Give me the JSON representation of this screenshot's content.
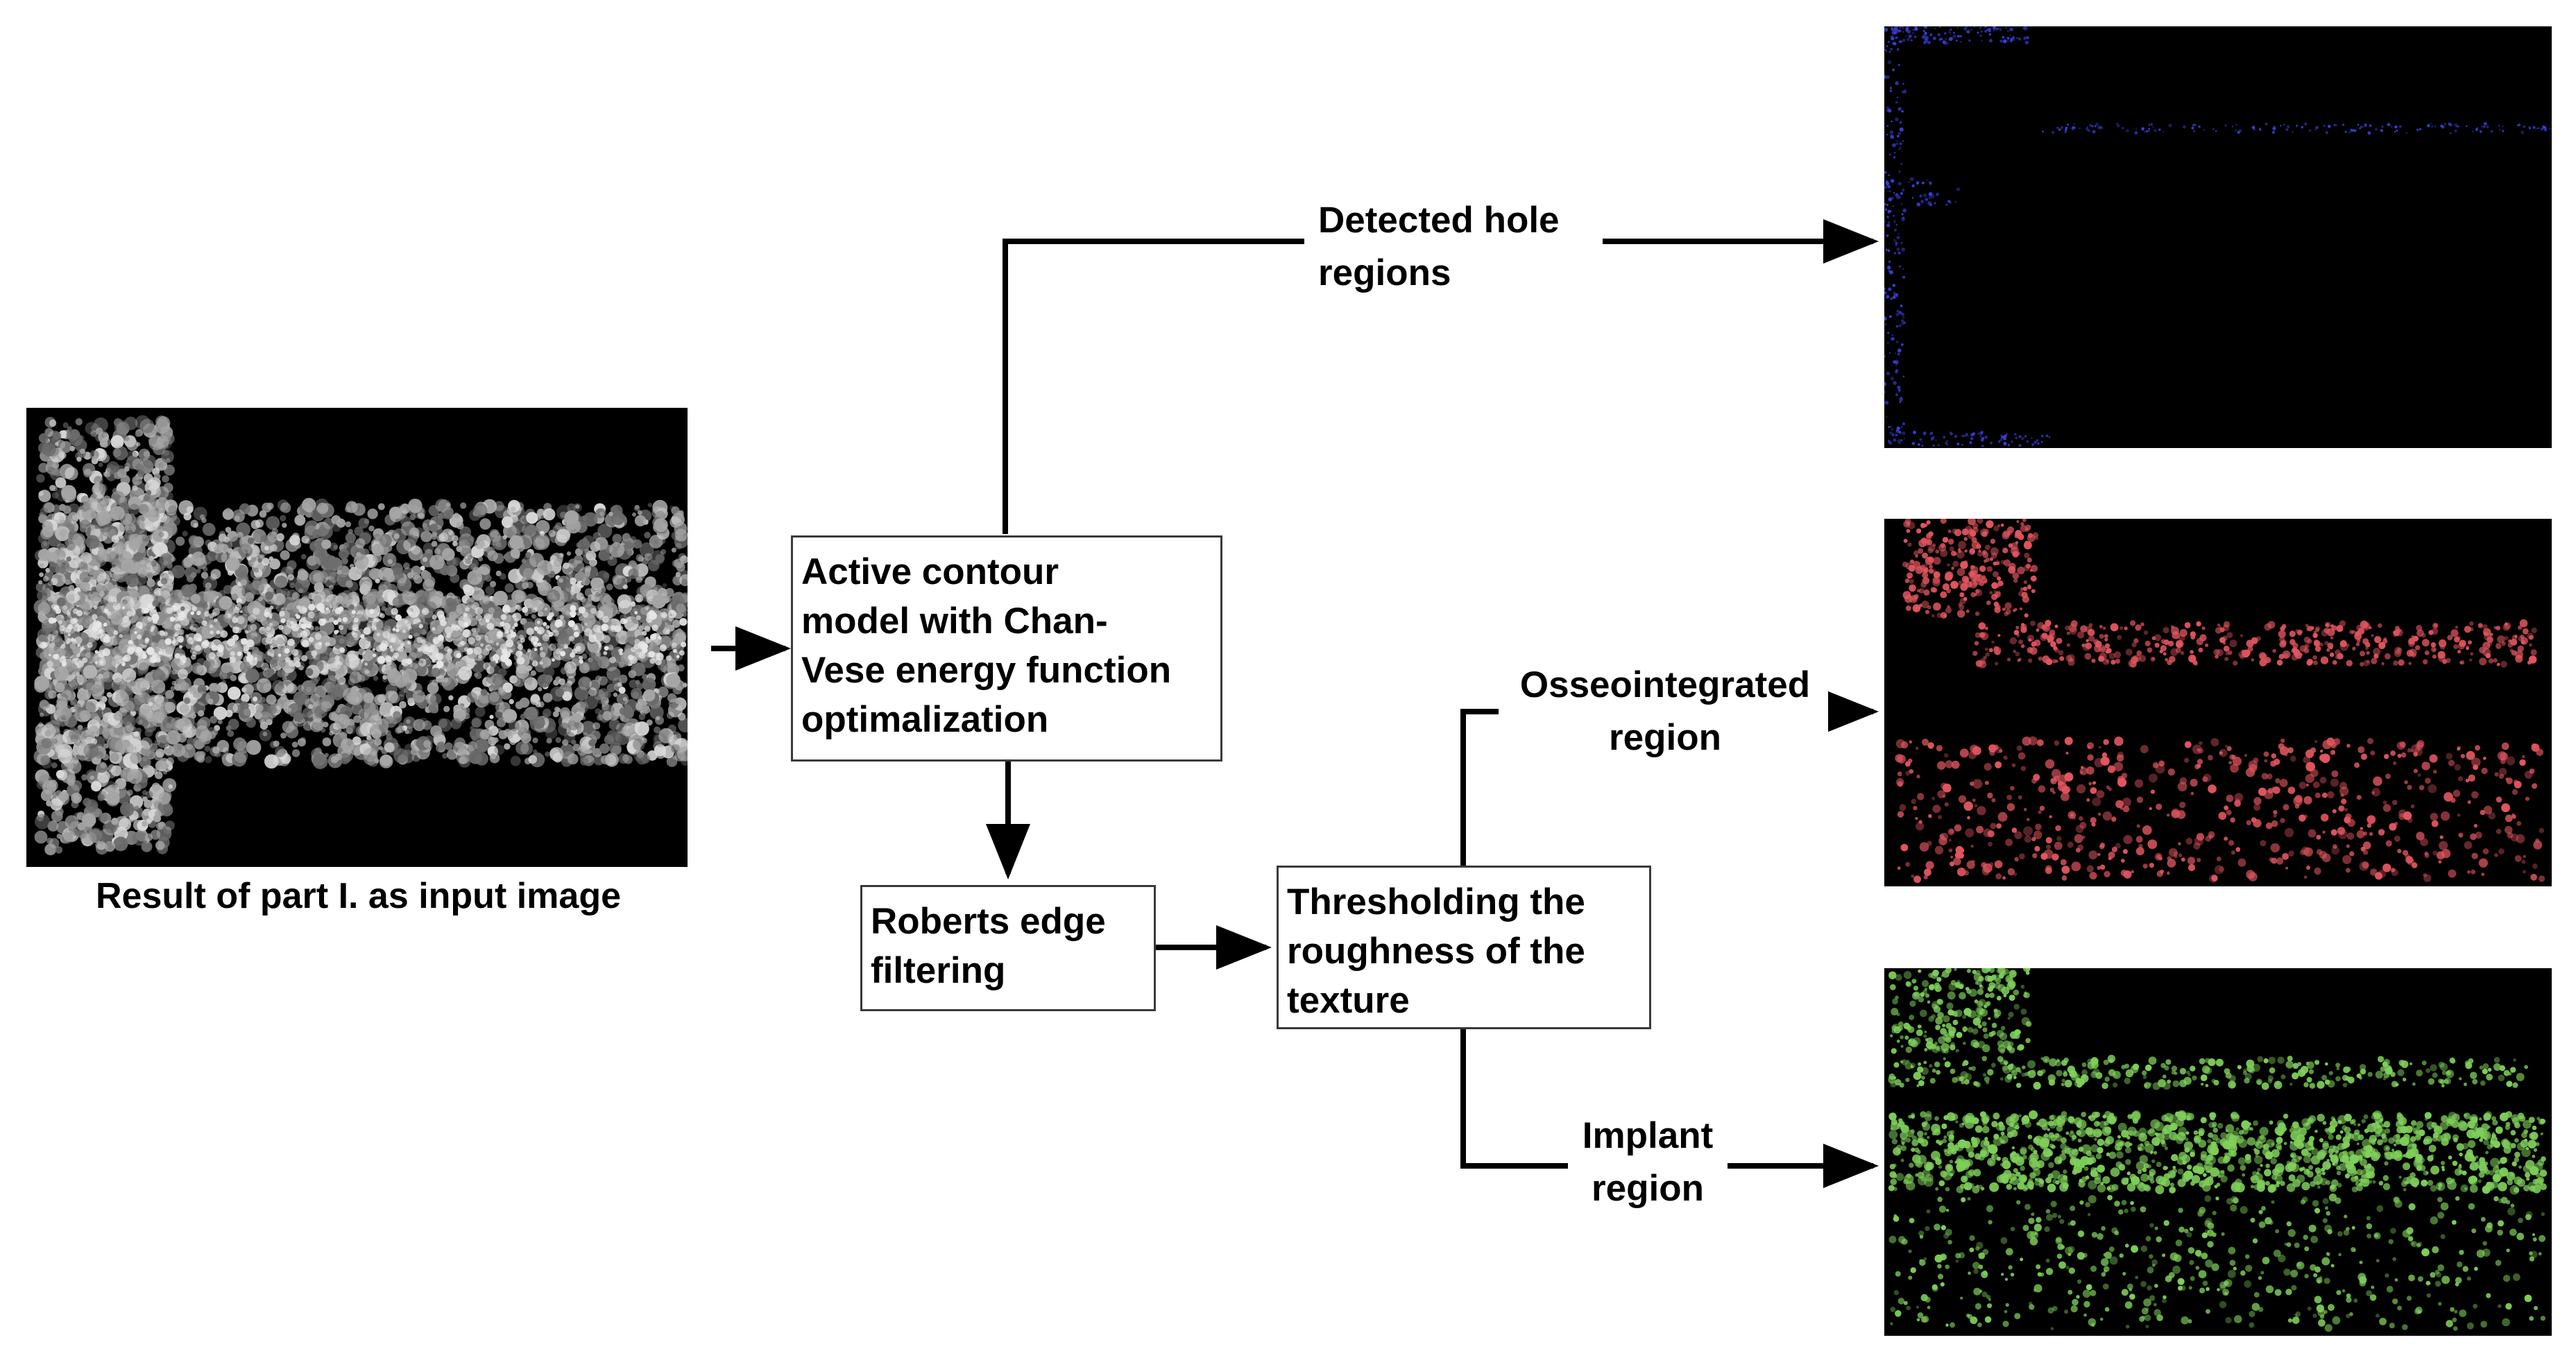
{
  "input": {
    "caption": "Result of part I. as input image"
  },
  "steps": {
    "active_contour": [
      "Active contour",
      "model with Chan-",
      "Vese energy function",
      "optimalization"
    ],
    "roberts": [
      "Roberts edge",
      "filtering"
    ],
    "thresholding": [
      "Thresholding the",
      "roughness of the",
      "texture"
    ]
  },
  "outputs": {
    "holes": [
      "Detected hole",
      "regions"
    ],
    "osseo": [
      "Osseointegrated",
      "region"
    ],
    "implant": [
      "Implant",
      "region"
    ]
  },
  "colors": {
    "holes": "#3a3fd6",
    "osseo": "#e2565f",
    "implant": "#7fcf5a",
    "arrow": "#000000",
    "box_border": "#3a3a3a"
  }
}
